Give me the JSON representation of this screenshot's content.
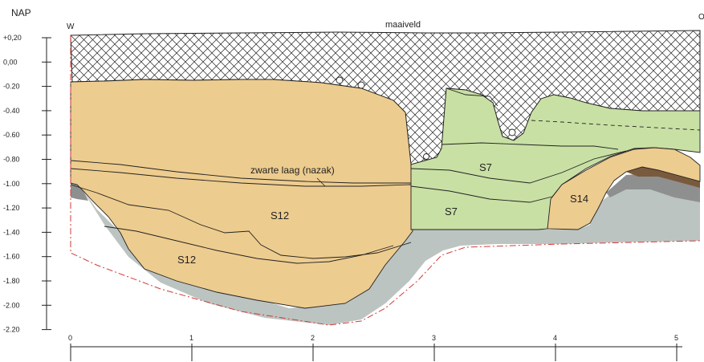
{
  "diagram": {
    "vertical_axis_title": "NAP",
    "vertical_ticks": [
      "+0,20",
      "0,00",
      "-0.20",
      "-0.40",
      "-0.60",
      "-0.80",
      "-1.00",
      "-1.20",
      "-1.40",
      "-1.60",
      "-1.80",
      "-2.00",
      "-2.20"
    ],
    "horizontal_ticks": [
      "0",
      "1",
      "2",
      "3",
      "4",
      "5"
    ],
    "orientation_left": "W",
    "orientation_right": "O",
    "surface_label": "maaiveld",
    "layer_labels": {
      "black_layer": "zwarte laag (nazak)",
      "s12_upper": "S12",
      "s12_lower": "S12",
      "s7_upper": "S7",
      "s7_lower": "S7",
      "s14": "S14"
    },
    "colors": {
      "sand": "#edcc8f",
      "green": "#c8e0a4",
      "grey": "#bcc4c1",
      "dark_grey": "#8e9090",
      "brown": "#7a5a3d",
      "boundary": "#d23a3a"
    }
  }
}
